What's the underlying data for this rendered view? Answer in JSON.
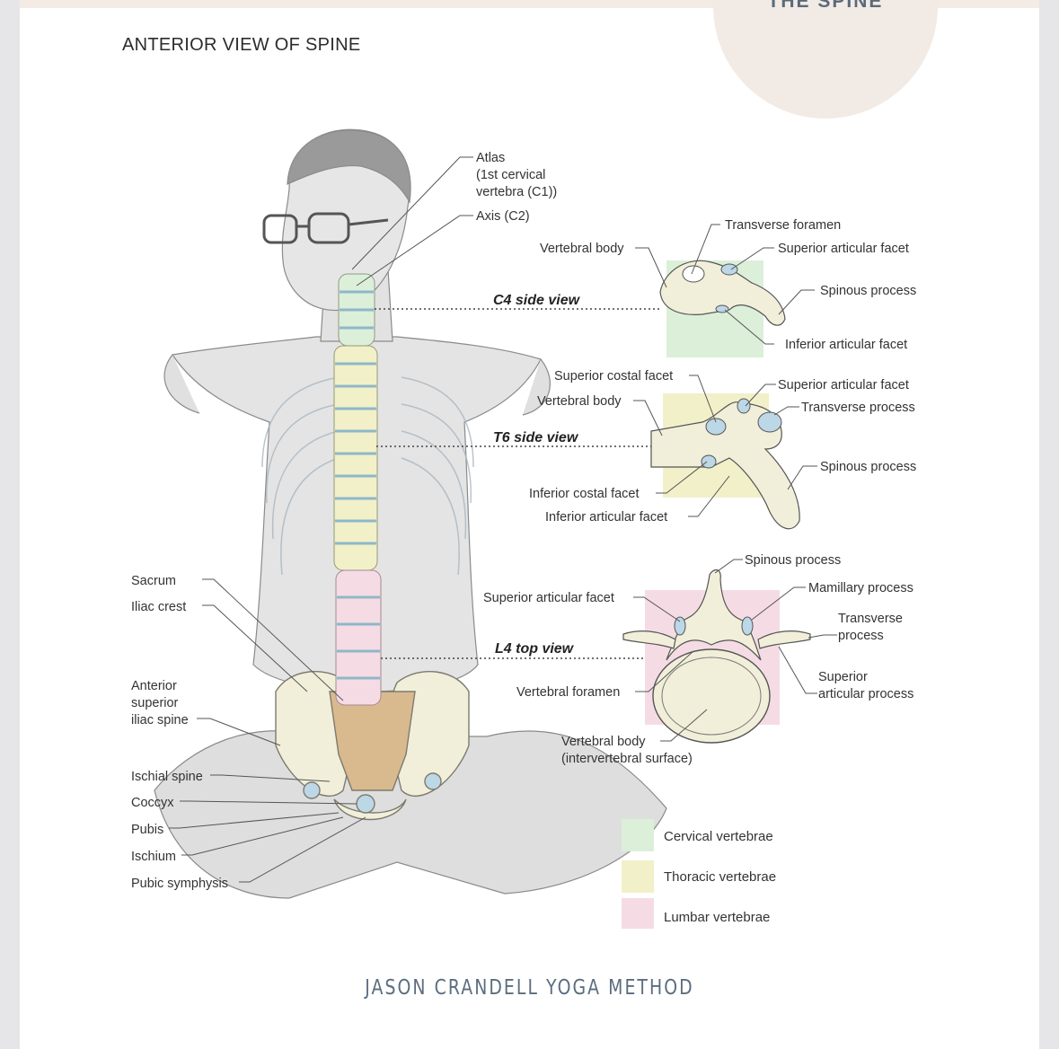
{
  "header": {
    "section_title": "THE SPINE"
  },
  "view_title": "ANTERIOR VIEW OF SPINE",
  "figure_labels": {
    "atlas": [
      "Atlas",
      "(1st cervical",
      "vertebra (C1))"
    ],
    "axis": "Axis (C2)",
    "sacrum": "Sacrum",
    "iliac_crest": "Iliac crest",
    "asis": [
      "Anterior",
      "superior",
      "iliac spine"
    ],
    "ischial_spine": "Ischial spine",
    "coccyx": "Coccyx",
    "pubis": "Pubis",
    "ischium": "Ischium",
    "pubic_symphysis": "Pubic symphysis"
  },
  "c4": {
    "view_label": "C4 side view",
    "transverse_foramen": "Transverse foramen",
    "vertebral_body": "Vertebral body",
    "superior_articular_facet": "Superior articular facet",
    "spinous_process": "Spinous process",
    "inferior_articular_facet": "Inferior articular facet"
  },
  "t6": {
    "view_label": "T6 side view",
    "superior_costal_facet": "Superior costal facet",
    "vertebral_body": "Vertebral body",
    "superior_articular_facet": "Superior articular facet",
    "transverse_process": "Transverse process",
    "spinous_process": "Spinous process",
    "inferior_costal_facet": "Inferior costal facet",
    "inferior_articular_facet": "Inferior articular facet"
  },
  "l4": {
    "view_label": "L4 top view",
    "spinous_process": "Spinous process",
    "superior_articular_facet": "Superior articular facet",
    "mamillary_process": "Mamillary process",
    "transverse_process": [
      "Transverse",
      "process"
    ],
    "superior_articular_process": [
      "Superior",
      "articular process"
    ],
    "vertebral_foramen": "Vertebral foramen",
    "vertebral_body": [
      "Vertebral body",
      "(intervertebral surface)"
    ]
  },
  "legend": [
    {
      "label": "Cervical vertebrae",
      "color": "#dcefd9"
    },
    {
      "label": "Thoracic vertebrae",
      "color": "#f1f0c9"
    },
    {
      "label": "Lumbar vertebrae",
      "color": "#f5dce4"
    }
  ],
  "footer": "JASON CRANDELL YOGA METHOD"
}
